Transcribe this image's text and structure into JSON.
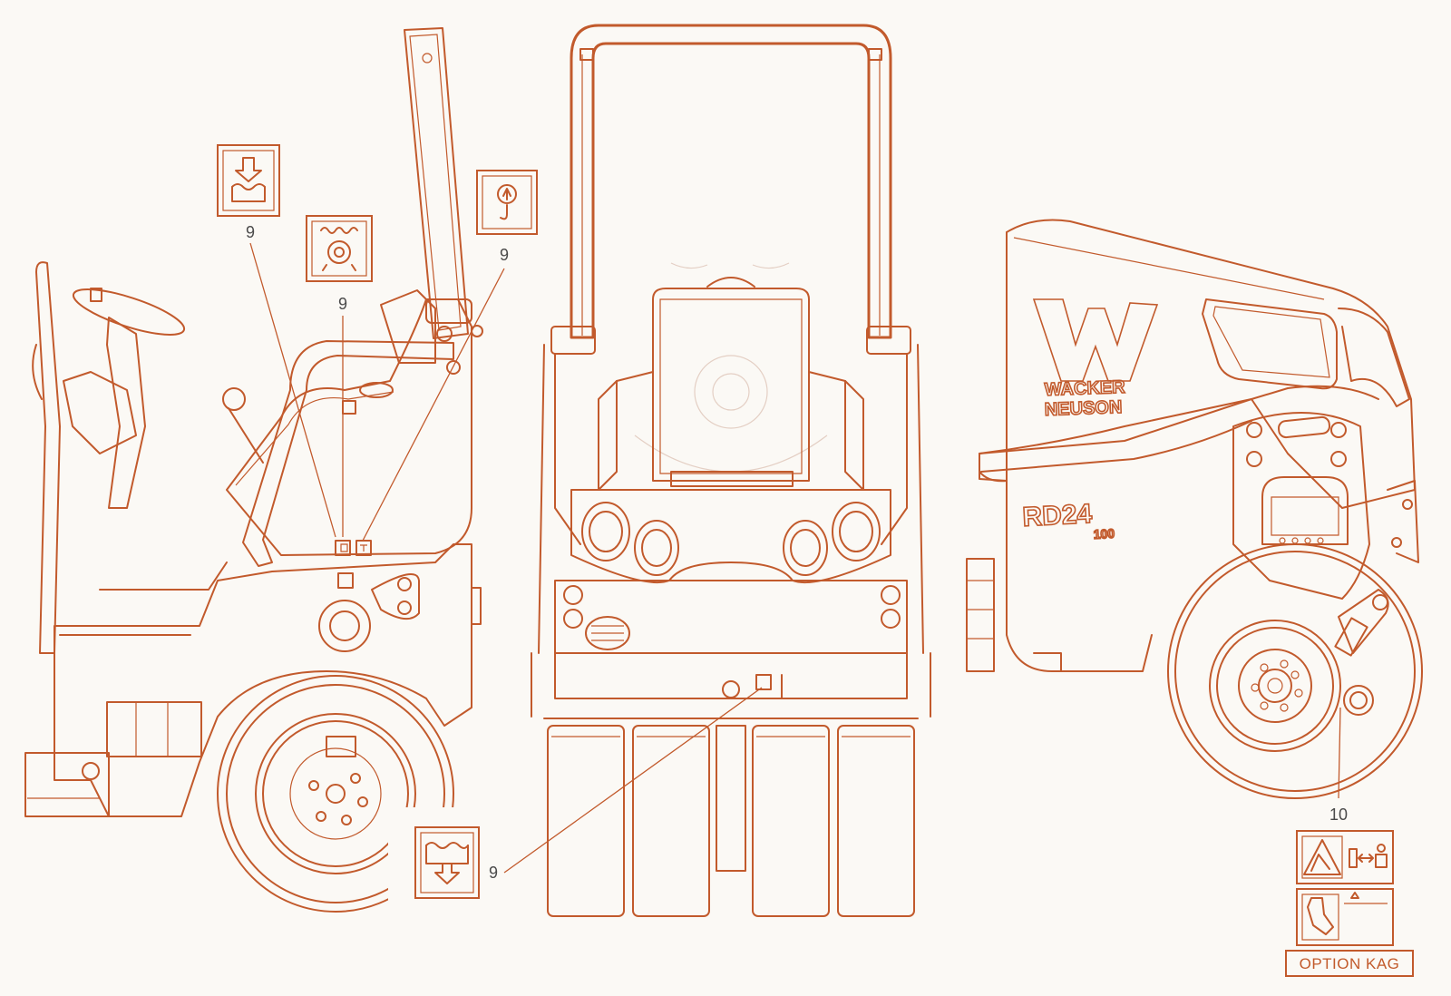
{
  "colors": {
    "line": "#c25a2c",
    "background": "#fbf9f5",
    "label": "#4a4a4a",
    "watermark": "#e4cfc4"
  },
  "brand": {
    "logo_line1": "WACKER",
    "logo_line2": "NEUSON",
    "model": "RD24",
    "model_suffix": "100"
  },
  "callouts": {
    "left_coolant": "9",
    "left_heat": "9",
    "left_lift": "9",
    "front_drain": "9",
    "right_sign": "10"
  },
  "option_label": "OPTION KAG",
  "icons": {
    "coolant_fill": "coolant-fill-icon",
    "hot_surface": "hot-surface-icon",
    "lift_hook": "lifting-point-icon",
    "water_drain": "water-drain-icon",
    "crush_warning": "crush-warning-icon",
    "keep_distance": "keep-distance-icon",
    "read_manual": "read-manual-icon"
  }
}
